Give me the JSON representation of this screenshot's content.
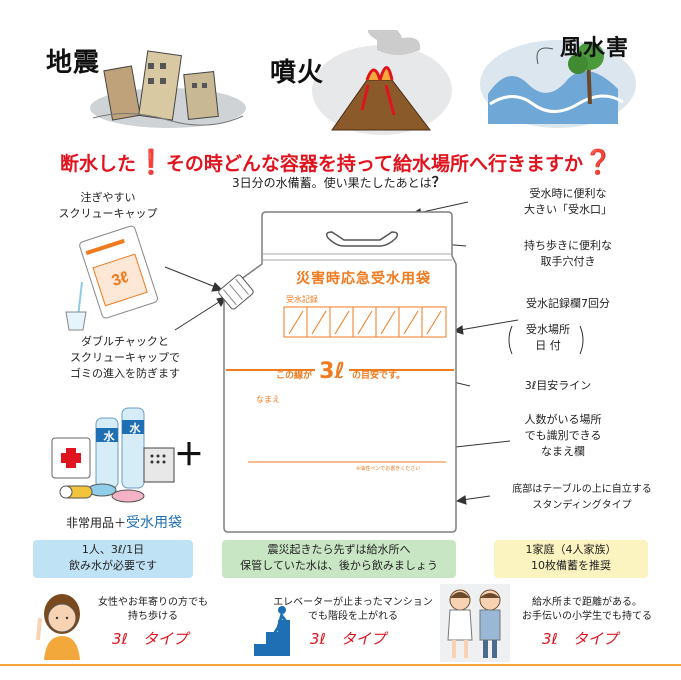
{
  "disasters": {
    "earthquake": "地震",
    "eruption": "噴火",
    "storm_flood": "風水害"
  },
  "headline": {
    "part1": "断水した",
    "part2": "その時どんな容器を持って給水場所へ行きますか"
  },
  "subheadline": "3日分の水備蓄。使い果たしたあとは",
  "left_labels": {
    "cap": [
      "注ぎやすい",
      "スクリューキャップ"
    ],
    "chuck": [
      "ダブルチャックと",
      "スクリューキャップで",
      "ゴミの進入を防ぎます"
    ]
  },
  "bag": {
    "title": "災害時応急受水用袋",
    "record_label": "受水記録",
    "line_text_pre": "この線が",
    "line_amount": "3ℓ",
    "line_text_post": "の目安です。",
    "name_label": "なまえ",
    "pen_note": "※油性ペンでお書きください"
  },
  "right_labels": {
    "mouth": [
      "受水時に便利な",
      "大きい「受水口」"
    ],
    "handle": [
      "持ち歩きに便利な",
      "取手穴付き"
    ],
    "record": "受水記録欄7回分",
    "record_sub": [
      "受水場所",
      "日 付"
    ],
    "line": "3ℓ目安ライン",
    "name": [
      "人数がいる場所",
      "でも識別できる",
      "なまえ欄"
    ],
    "bottom": [
      "底部はテーブルの上に自立する",
      "スタンディングタイプ"
    ]
  },
  "emergency": {
    "label_pre": "非常用品＋",
    "label_bag": "受水用袋",
    "bottle_mark": "水",
    "plus": "＋"
  },
  "info_boxes": [
    {
      "lines": [
        "1人、3ℓ/1日",
        "飲み水が必要です"
      ],
      "color": "#bfe3f4"
    },
    {
      "lines": [
        "震災起きたら先ずは給水所へ",
        "保管していた水は、後から飲みましょう"
      ],
      "color": "#c8e6c4"
    },
    {
      "lines": [
        "1家庭（4人家族）",
        "10枚備蓄を推奨"
      ],
      "color": "#fbf3c0"
    }
  ],
  "types": [
    {
      "lines": [
        "女性やお年寄りの方でも",
        "持ち歩ける"
      ],
      "type_label": "3ℓ　タイプ"
    },
    {
      "lines": [
        "エレベーターが止まったマンション",
        "でも階段を上がれる"
      ],
      "type_label": "3ℓ　タイプ"
    },
    {
      "lines": [
        "給水所まで距離がある。",
        "お手伝いの小学生でも持てる"
      ],
      "type_label": "3ℓ　タイプ"
    }
  ],
  "colors": {
    "accent_red": "#e0141e",
    "accent_orange": "#f07a1e",
    "bottom_rule": "#f2a83a"
  }
}
